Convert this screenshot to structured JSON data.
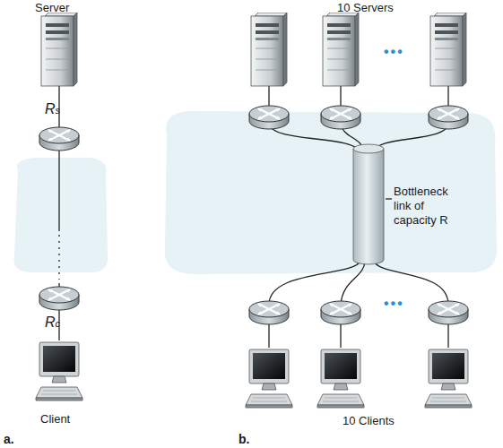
{
  "diagram": {
    "nodes": [
      {
        "text": [
          "Bottleneck link of capacity R"
        ]
      }
    ],
    "labels": [
      "Server",
      "Rs",
      "Rc",
      "Client",
      "a.",
      "10 Servers",
      "•••",
      "•••",
      "10 Clients",
      "b."
    ]
  }
}
